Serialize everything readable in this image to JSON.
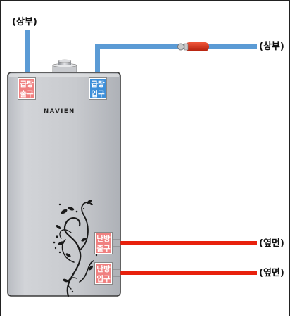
{
  "labels": {
    "top_left_pipe": "(상부)",
    "top_right_pipe": "(상부)",
    "side_pipe_1": "(옆면)",
    "side_pipe_2": "(옆면)"
  },
  "tags": {
    "hot_water_outlet": {
      "line1": "급탕",
      "line2": "출구",
      "color": "#f08080"
    },
    "hot_water_inlet": {
      "line1": "급탕",
      "line2": "입구",
      "color": "#3d8fd9"
    },
    "heating_outlet": {
      "line1": "난방",
      "line2": "출구",
      "color": "#f08080"
    },
    "heating_inlet": {
      "line1": "난방",
      "line2": "입구",
      "color": "#f08080"
    }
  },
  "brand": "NAVIEN",
  "colors": {
    "water_pipe": "#5b9bd5",
    "heating_pipe": "#e8210d",
    "valve": "#d9341b",
    "boiler_body": "#c9cbd0"
  }
}
